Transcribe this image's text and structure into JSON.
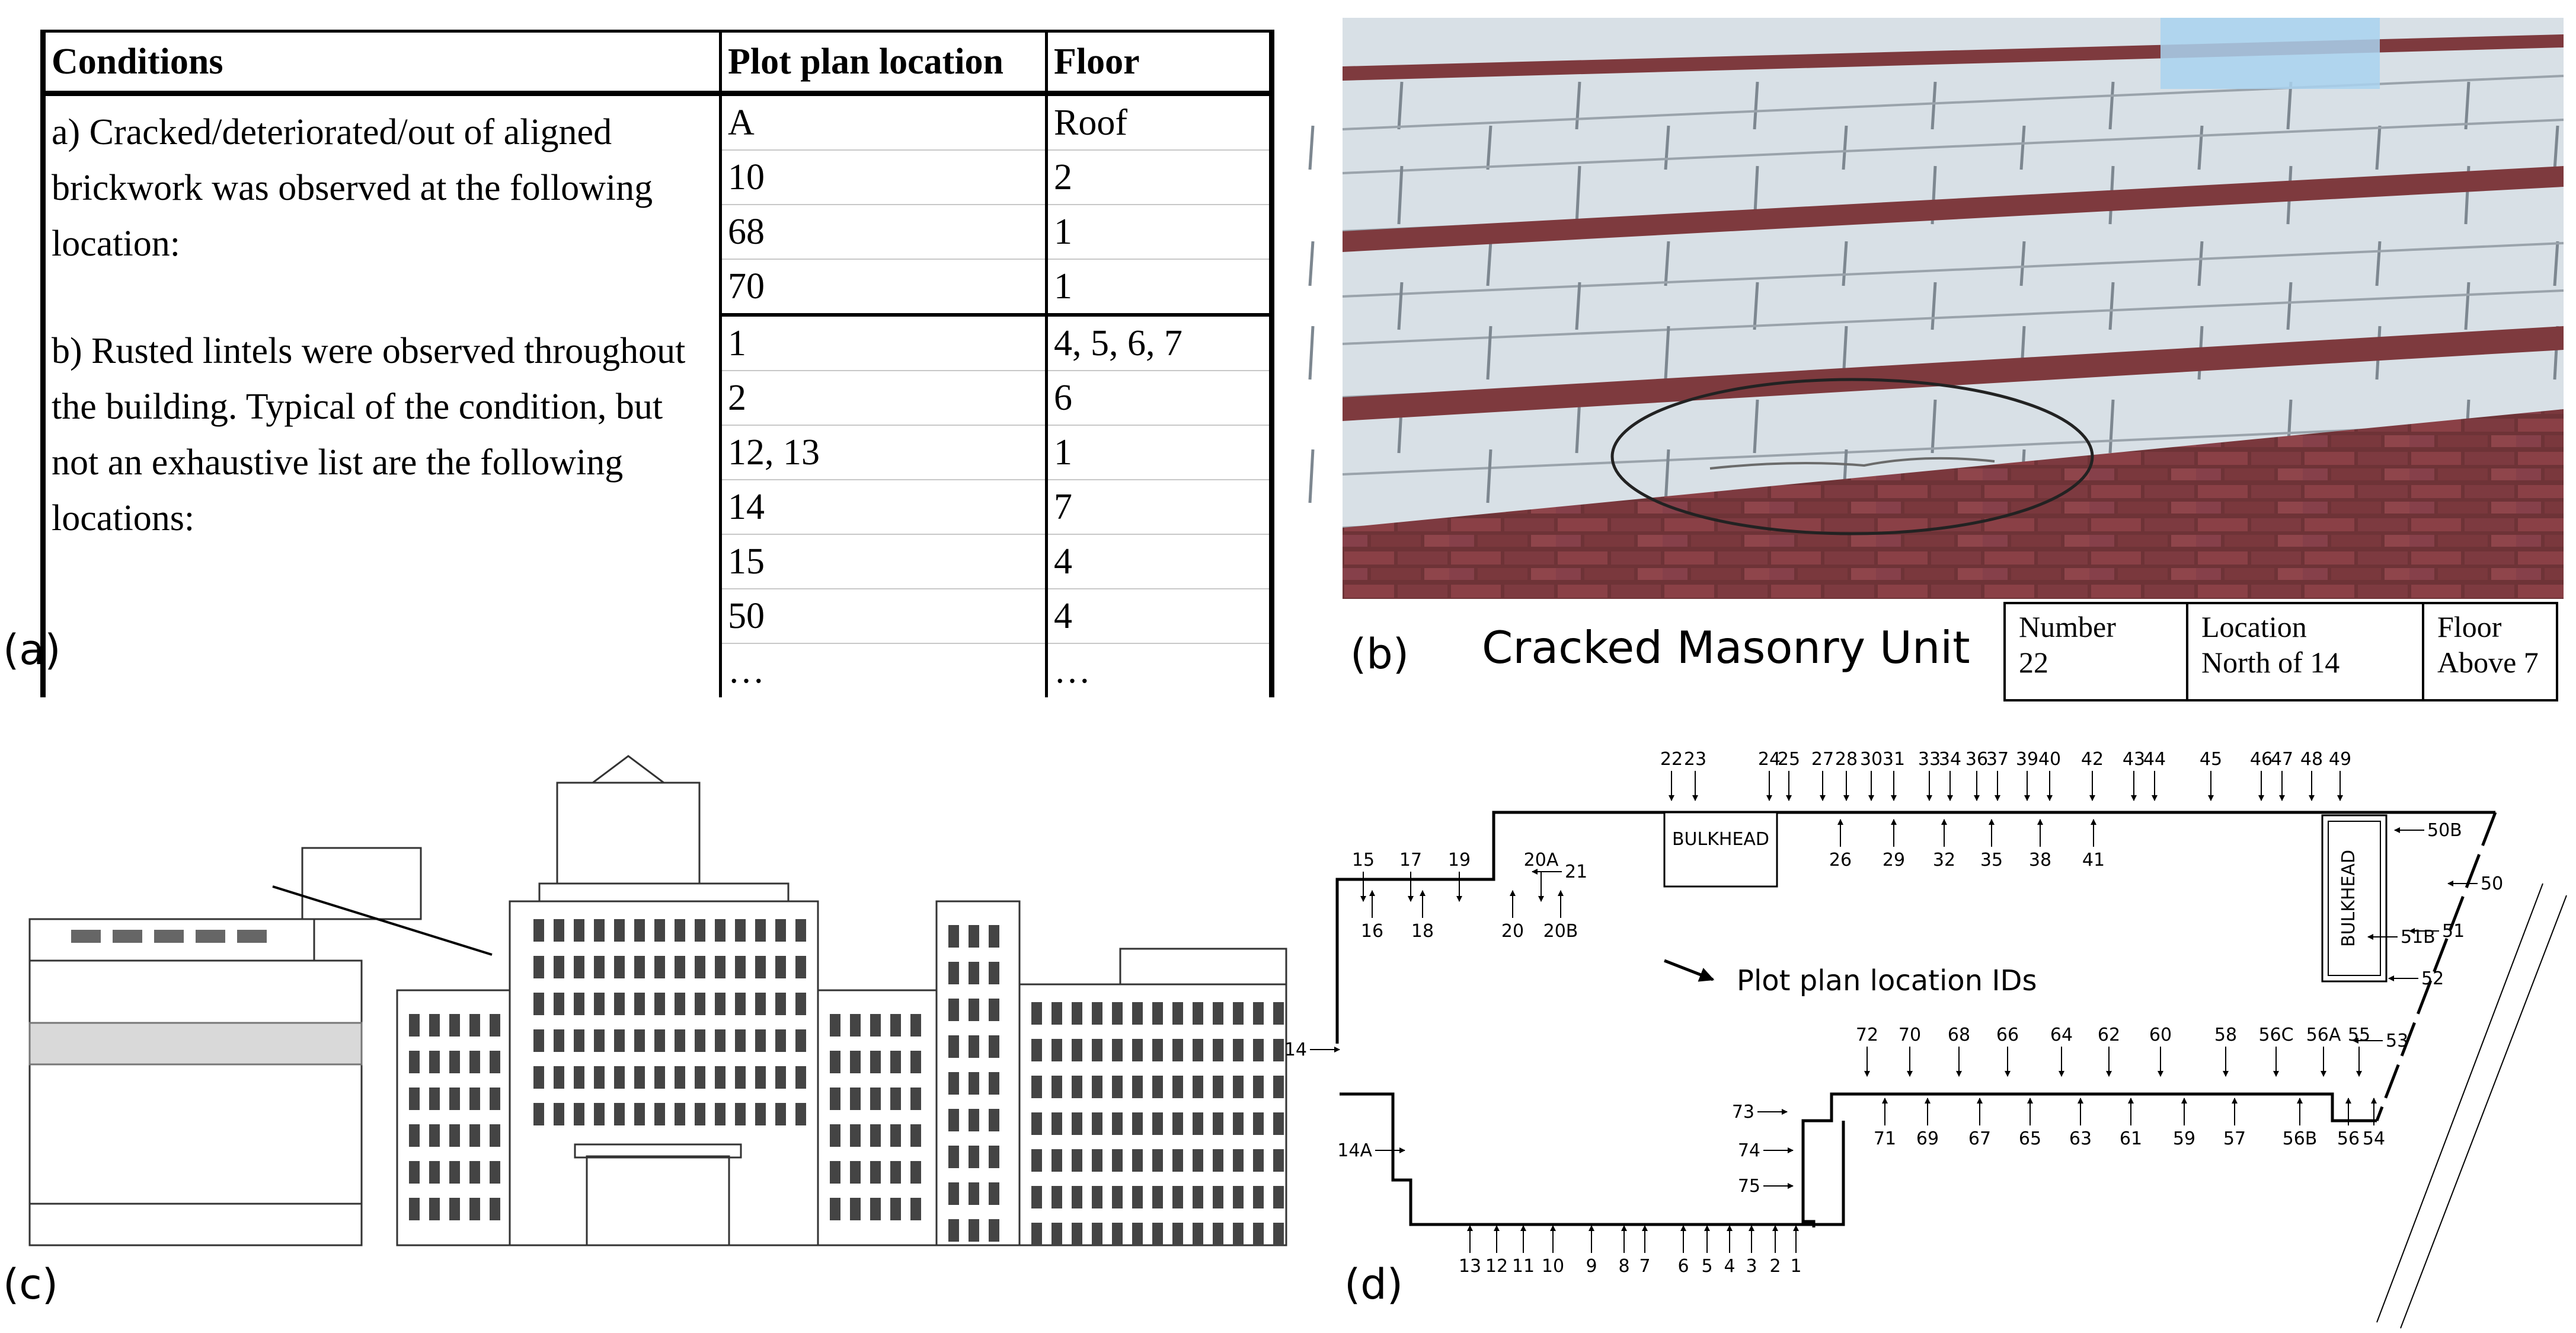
{
  "panel_a": {
    "label": "(a)",
    "headers": [
      "Conditions",
      "Plot plan location",
      "Floor"
    ],
    "groups": [
      {
        "condition": "a) Cracked/deteriorated/out of aligned brickwork was observed at the following location:",
        "rows": [
          [
            "A",
            "Roof"
          ],
          [
            "10",
            "2"
          ],
          [
            "68",
            "1"
          ],
          [
            "70",
            "1"
          ]
        ]
      },
      {
        "condition": "b) Rusted lintels were observed throughout the building. Typical of the condition, but not an exhaustive list are the following locations:",
        "rows": [
          [
            "1",
            "4, 5, 6, 7"
          ],
          [
            "2",
            "6"
          ],
          [
            "12, 13",
            "1"
          ],
          [
            "14",
            "7"
          ],
          [
            "15",
            "4"
          ],
          [
            "50",
            "4"
          ],
          [
            "…",
            "…"
          ]
        ]
      }
    ]
  },
  "panel_b": {
    "label": "(b)",
    "caption": "Cracked Masonry Unit",
    "info": [
      {
        "heading": "Number",
        "value": "22"
      },
      {
        "heading": "Location",
        "value": "North of 14"
      },
      {
        "heading": "Floor",
        "value": "Above 7"
      }
    ]
  },
  "panel_c": {
    "label": "(c)"
  },
  "panel_d": {
    "label": "(d)",
    "bulkhead_label": "BULKHEAD",
    "callout": "Plot plan location IDs",
    "ids": [
      "1",
      "2",
      "3",
      "4",
      "5",
      "6",
      "7",
      "8",
      "9",
      "10",
      "11",
      "12",
      "13",
      "14",
      "14A",
      "15",
      "16",
      "17",
      "18",
      "19",
      "20",
      "20A",
      "20B",
      "21",
      "22",
      "23",
      "24",
      "25",
      "26",
      "27",
      "28",
      "29",
      "30",
      "31",
      "32",
      "33",
      "34",
      "35",
      "36",
      "37",
      "38",
      "39",
      "40",
      "41",
      "42",
      "43",
      "44",
      "45",
      "46",
      "47",
      "48",
      "49",
      "50",
      "50B",
      "51",
      "51B",
      "52",
      "53",
      "54",
      "55",
      "56",
      "56A",
      "56B",
      "56C",
      "57",
      "58",
      "59",
      "60",
      "61",
      "62",
      "63",
      "64",
      "65",
      "66",
      "67",
      "68",
      "69",
      "70",
      "71",
      "72",
      "73",
      "74",
      "75"
    ]
  },
  "colors": {
    "brick_red": "#7e3a3e",
    "masonry_light": "#dfe6ea",
    "line_black": "#000000"
  }
}
